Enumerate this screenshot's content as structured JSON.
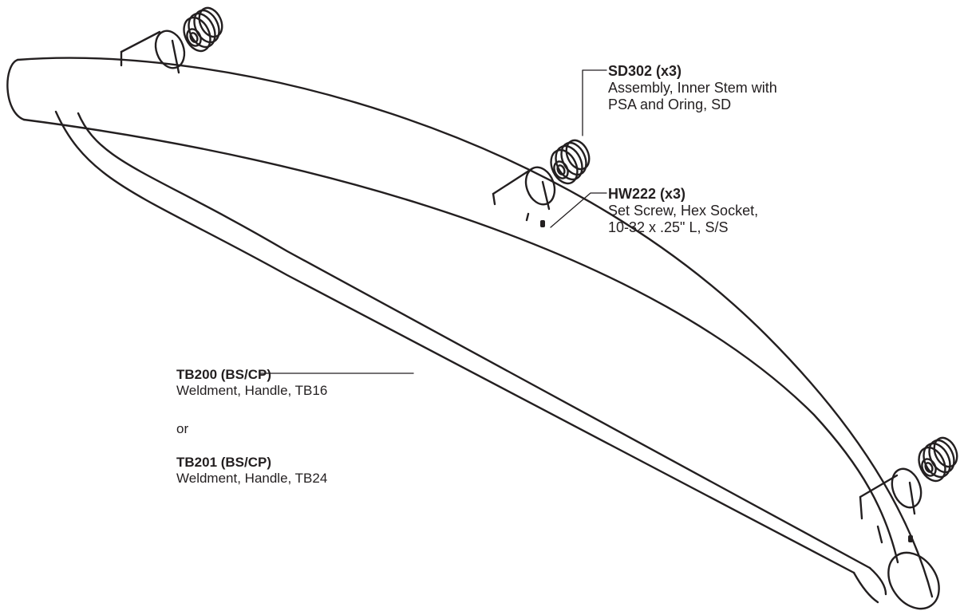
{
  "callouts": {
    "sd302": {
      "part_number": "SD302 (x3)",
      "description": [
        "Assembly, Inner Stem with",
        "PSA and Oring, SD"
      ]
    },
    "hw222": {
      "part_number": "HW222 (x3)",
      "description": [
        "Set Screw, Hex Socket,",
        "10-32 x .25\" L, S/S"
      ]
    },
    "tb200": {
      "part_number": "TB200 (BS/CP)",
      "description": [
        "Weldment, Handle, TB16"
      ]
    },
    "or_text": "or",
    "tb201": {
      "part_number": "TB201 (BS/CP)",
      "description": [
        "Weldment, Handle, TB24"
      ]
    }
  },
  "colors": {
    "line": "#231f20",
    "background": "#ffffff"
  }
}
